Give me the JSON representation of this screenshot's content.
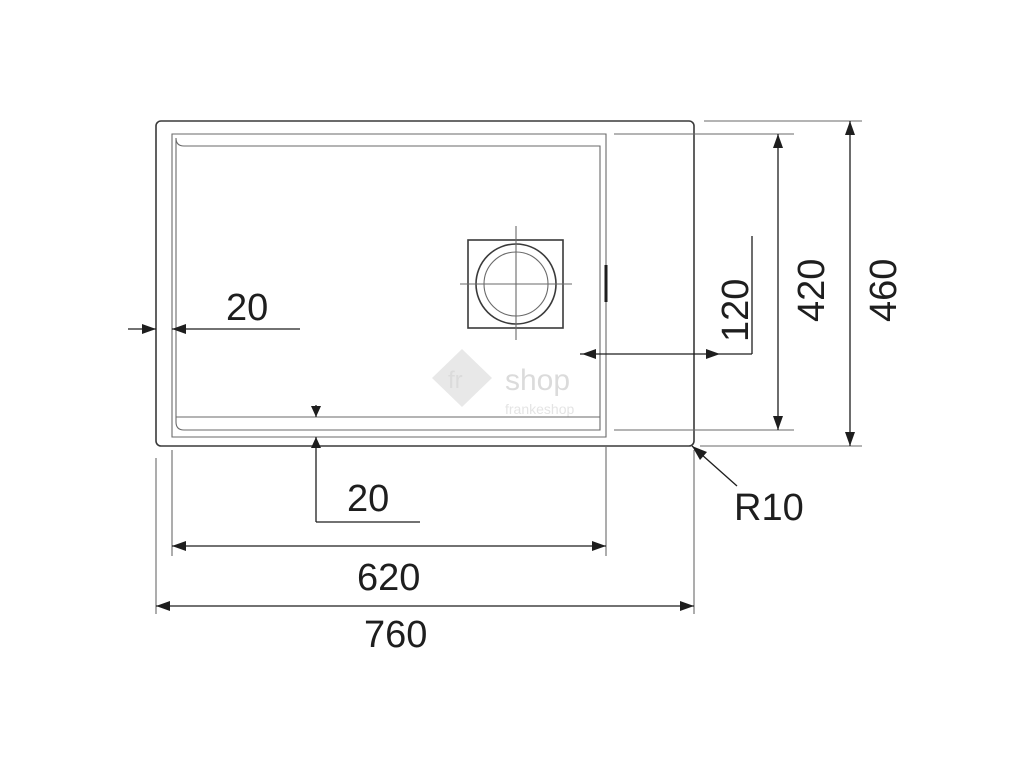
{
  "dimensions": {
    "overall_width": "760",
    "bowl_width": "620",
    "overall_depth": "460",
    "bowl_depth": "420",
    "drain_offset": "120",
    "side_rim": "20",
    "front_rim": "20",
    "corner_radius": "R10"
  },
  "watermark": {
    "mark": "fr",
    "brand": "shop",
    "sub": "frankeshop"
  }
}
